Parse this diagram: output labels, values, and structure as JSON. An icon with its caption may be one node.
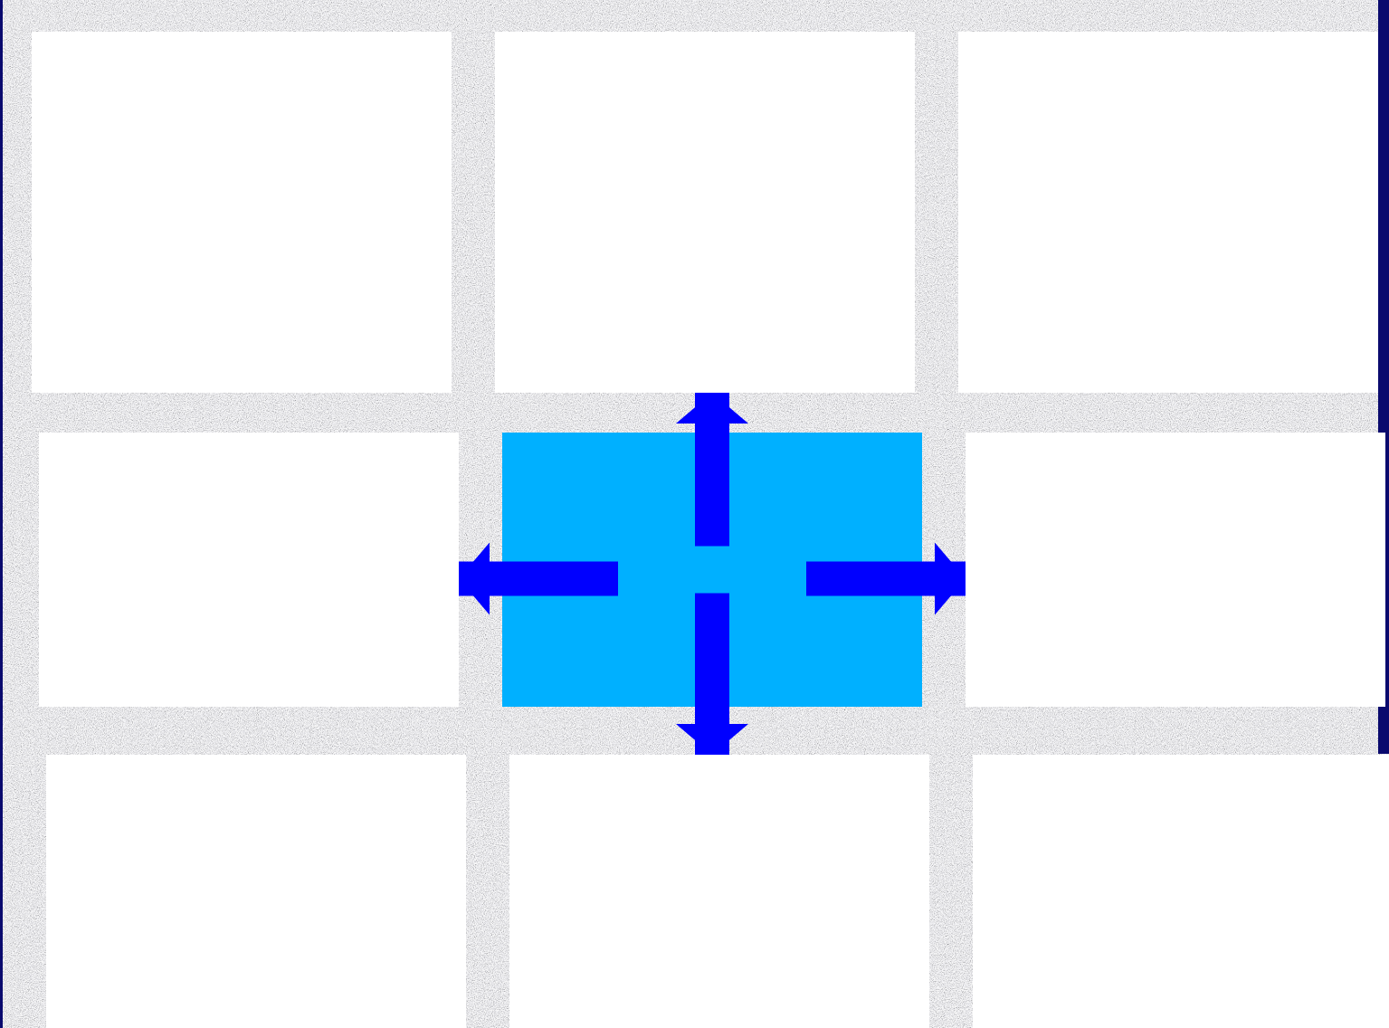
{
  "diagram": {
    "nodes": [
      {
        "text": [],
        "shape": "box"
      },
      {
        "text": [],
        "shape": "box"
      },
      {
        "text": [],
        "shape": "box"
      },
      {
        "text": [],
        "shape": "box"
      },
      {
        "text": [],
        "shape": "box"
      },
      {
        "text": [],
        "shape": "box"
      },
      {
        "text": [],
        "shape": "box"
      },
      {
        "text": [],
        "shape": "box"
      },
      {
        "text": [],
        "shape": "box"
      }
    ],
    "edges": [
      {
        "from": 4,
        "to": 1,
        "arrow": "to"
      },
      {
        "from": 4,
        "to": 3,
        "arrow": "to"
      },
      {
        "from": 4,
        "to": 5,
        "arrow": "to"
      },
      {
        "from": 4,
        "to": 7,
        "arrow": "to"
      }
    ]
  }
}
